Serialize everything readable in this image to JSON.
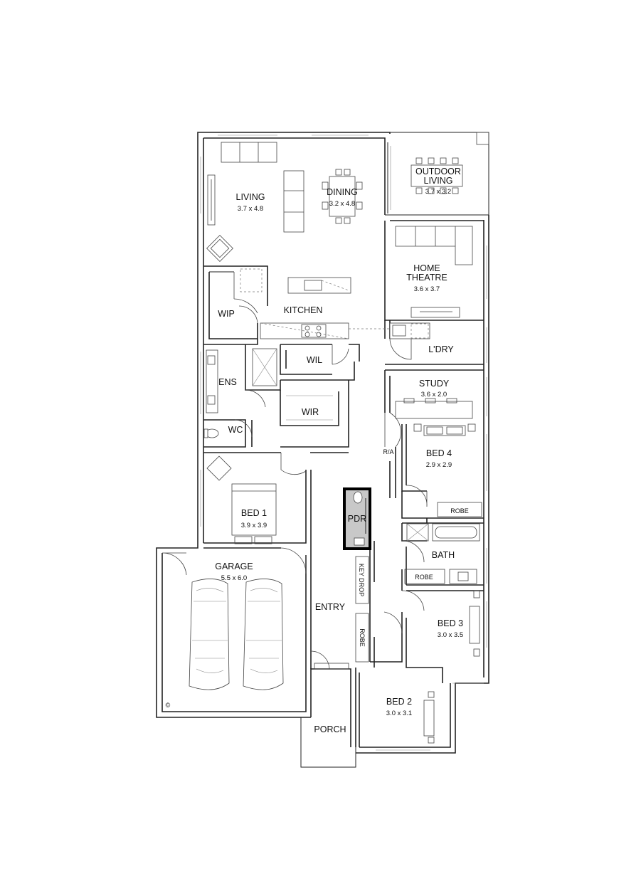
{
  "plan": {
    "rooms": {
      "living": {
        "name": "LIVING",
        "dim": "3.7 x 4.8"
      },
      "dining": {
        "name": "DINING",
        "dim": "3.2 x 4.8"
      },
      "outdoor": {
        "name_line1": "OUTDOOR",
        "name_line2": "LIVING",
        "dim": "3.7 x 3.2"
      },
      "theatre": {
        "name_line1": "HOME",
        "name_line2": "THEATRE",
        "dim": "3.6 x 3.7"
      },
      "wip": {
        "name": "WIP"
      },
      "kitchen": {
        "name": "KITCHEN"
      },
      "laundry": {
        "name": "L'DRY"
      },
      "ens": {
        "name": "ENS"
      },
      "wil": {
        "name": "WIL"
      },
      "study": {
        "name": "STUDY",
        "dim": "3.6 x 2.0"
      },
      "wir": {
        "name": "WIR"
      },
      "wc": {
        "name": "WC"
      },
      "bed4": {
        "name": "BED 4",
        "dim": "2.9 x 2.9"
      },
      "bed1": {
        "name": "BED 1",
        "dim": "3.9 x 3.9"
      },
      "pdr": {
        "name": "PDR"
      },
      "bath": {
        "name": "BATH"
      },
      "garage": {
        "name": "GARAGE",
        "dim": "5.5 x 6.0"
      },
      "entry": {
        "name": "ENTRY"
      },
      "bed3": {
        "name": "BED 3",
        "dim": "3.0 x 3.5"
      },
      "bed2": {
        "name": "BED 2",
        "dim": "3.0 x 3.1"
      },
      "porch": {
        "name": "PORCH"
      }
    },
    "labels": {
      "ra": "R/A",
      "robe_bed4": "ROBE",
      "robe_bath": "ROBE",
      "robe_bed2": "ROBE",
      "key_drop": "KEY DROP",
      "copyright": "©"
    },
    "colors": {
      "pdr_fill": "#c8c8c8",
      "wall": "#222222"
    }
  }
}
